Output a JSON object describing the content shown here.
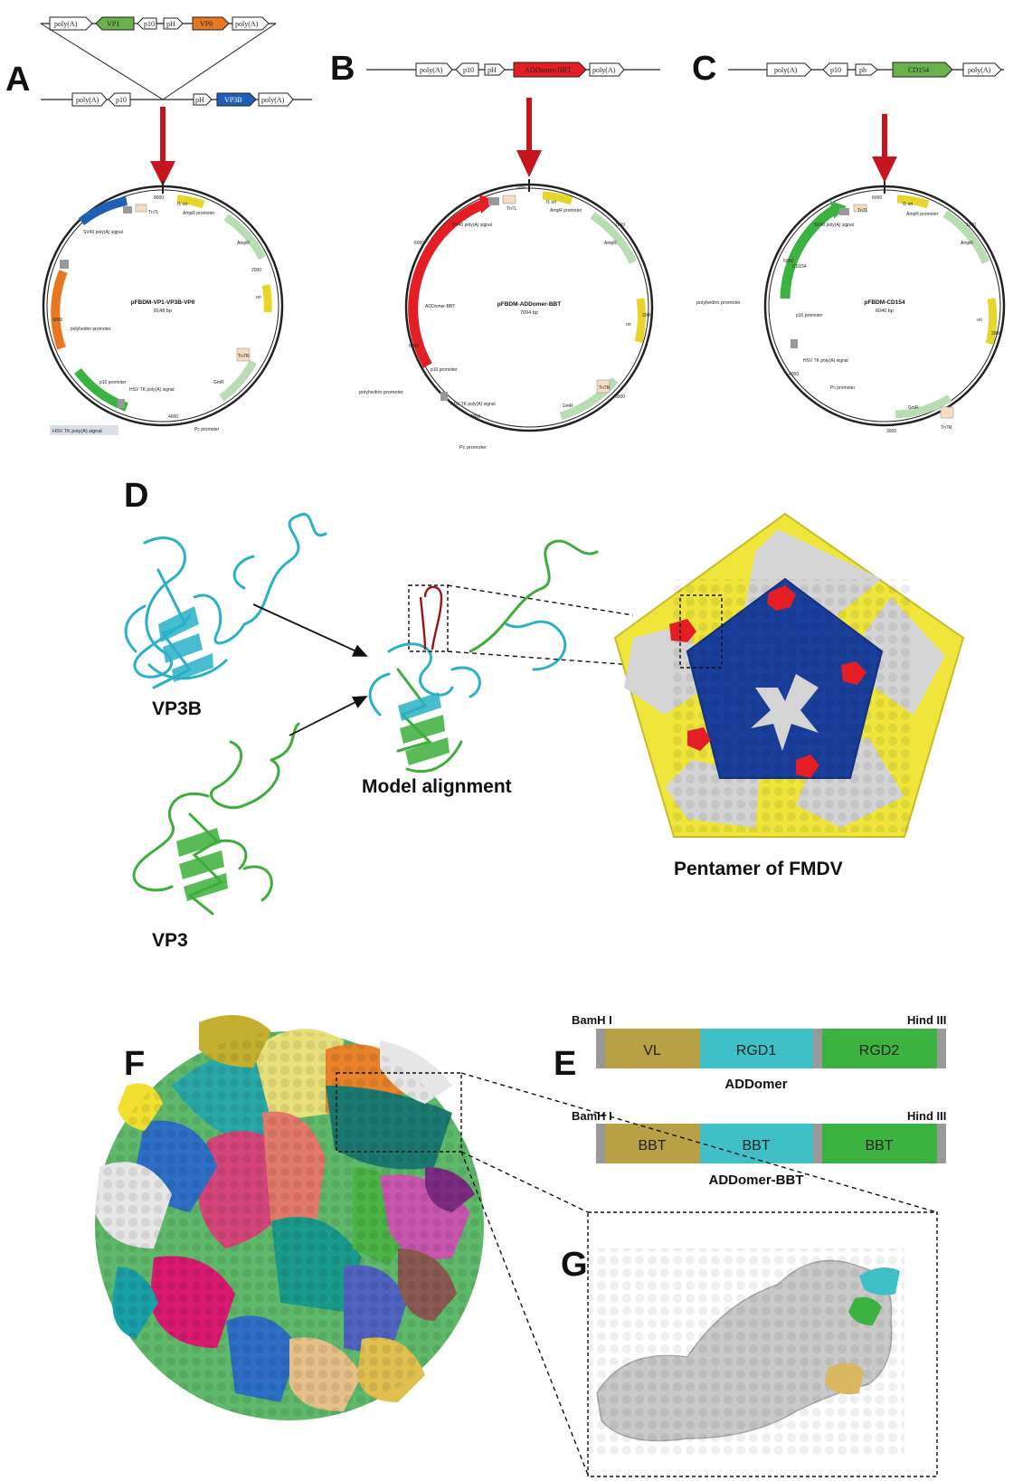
{
  "panels": {
    "A": {
      "letter": "A",
      "insert_labels": [
        "poly(A)",
        "VP1",
        "p10",
        "pH",
        "VP0",
        "poly(A)"
      ],
      "backbone_labels": [
        "poly(A)",
        "p10",
        "pH",
        "VP3B",
        "poly(A)"
      ],
      "plasmid_name": "pFBDM-VP1-VP3B-VP0",
      "plasmid_size": "8148 bp",
      "features": [
        "f1 ori",
        "AmpR promoter",
        "AmpR",
        "ori",
        "Tn7R",
        "GmR",
        "Pc promoter",
        "HSV TK poly(A) signal",
        "p10 promoter",
        "polyhedrin promoter",
        "SV40 poly(A) signal",
        "Tn7L"
      ],
      "highlight_label": "HSV TK poly(A) signal",
      "ticks": [
        "8000",
        "2000",
        "4000",
        "6000"
      ]
    },
    "B": {
      "letter": "B",
      "insert_labels": [
        "poly(A)",
        "p10",
        "pH",
        "ADDomer-BBT",
        "poly(A)"
      ],
      "plasmid_name": "pFBDM-ADDomer-BBT",
      "plasmid_size": "7094 bp",
      "features": [
        "f1 ori",
        "AmpR promoter",
        "AmpR",
        "ori",
        "Tn7R",
        "GmR",
        "Pc promoter",
        "HSV TK poly(A) signal",
        "p10 promoter",
        "polyhedrin promoter",
        "SV40 poly(A) signal",
        "Tn7L",
        "ADDomer-BBT"
      ],
      "ticks": [
        "7000",
        "1000",
        "2000",
        "3000",
        "4000",
        "5000",
        "6000"
      ]
    },
    "C": {
      "letter": "C",
      "insert_labels": [
        "poly(A)",
        "p10",
        "ph",
        "CD154",
        "poly(A)"
      ],
      "plasmid_name": "pFBDM-CD154",
      "plasmid_size": "6040 bp",
      "features": [
        "f1 ori",
        "AmpR promoter",
        "AmpR",
        "ori",
        "Tn7R",
        "GmR",
        "Pc promoter",
        "HSV TK poly(A) signal",
        "p10 promoter",
        "polyhedrin promoter",
        "SV40 poly(A) signal",
        "Tn7L",
        "CD154"
      ],
      "ticks": [
        "6000",
        "1000",
        "2000",
        "3000",
        "4000",
        "5000"
      ]
    },
    "D": {
      "letter": "D",
      "vp3b_label": "VP3B",
      "vp3_label": "VP3",
      "alignment_label": "Model alignment",
      "pentamer_label": "Pentamer of FMDV"
    },
    "E": {
      "letter": "E",
      "construct1": {
        "left_site": "BamH I",
        "right_site": "Hind III",
        "segments": [
          "VL",
          "RGD1",
          "RGD2"
        ],
        "name": "ADDomer"
      },
      "construct2": {
        "left_site": "BamH I",
        "right_site": "Hind III",
        "segments": [
          "BBT",
          "BBT",
          "BBT"
        ],
        "name": "ADDomer-BBT"
      }
    },
    "F": {
      "letter": "F"
    },
    "G": {
      "letter": "G"
    }
  },
  "colors": {
    "arrow_red": "#c4161c",
    "vp1_green": "#6ab04c",
    "vp0_orange": "#e87722",
    "vp3b_blue": "#1f5fb5",
    "addomer_red": "#e31e24",
    "cd154_green": "#6ab04c",
    "segment_gold": "#b8a044",
    "segment_cyan": "#3fbfc6",
    "segment_green": "#3cb340",
    "segment_cap": "#999999",
    "pentamer_blue": "#1a3e9b",
    "pentamer_yellow": "#efe53b",
    "pentamer_grey": "#d4d4d4",
    "ribbon_cyan": "#2ab1c8",
    "ribbon_green": "#3dae3b"
  }
}
